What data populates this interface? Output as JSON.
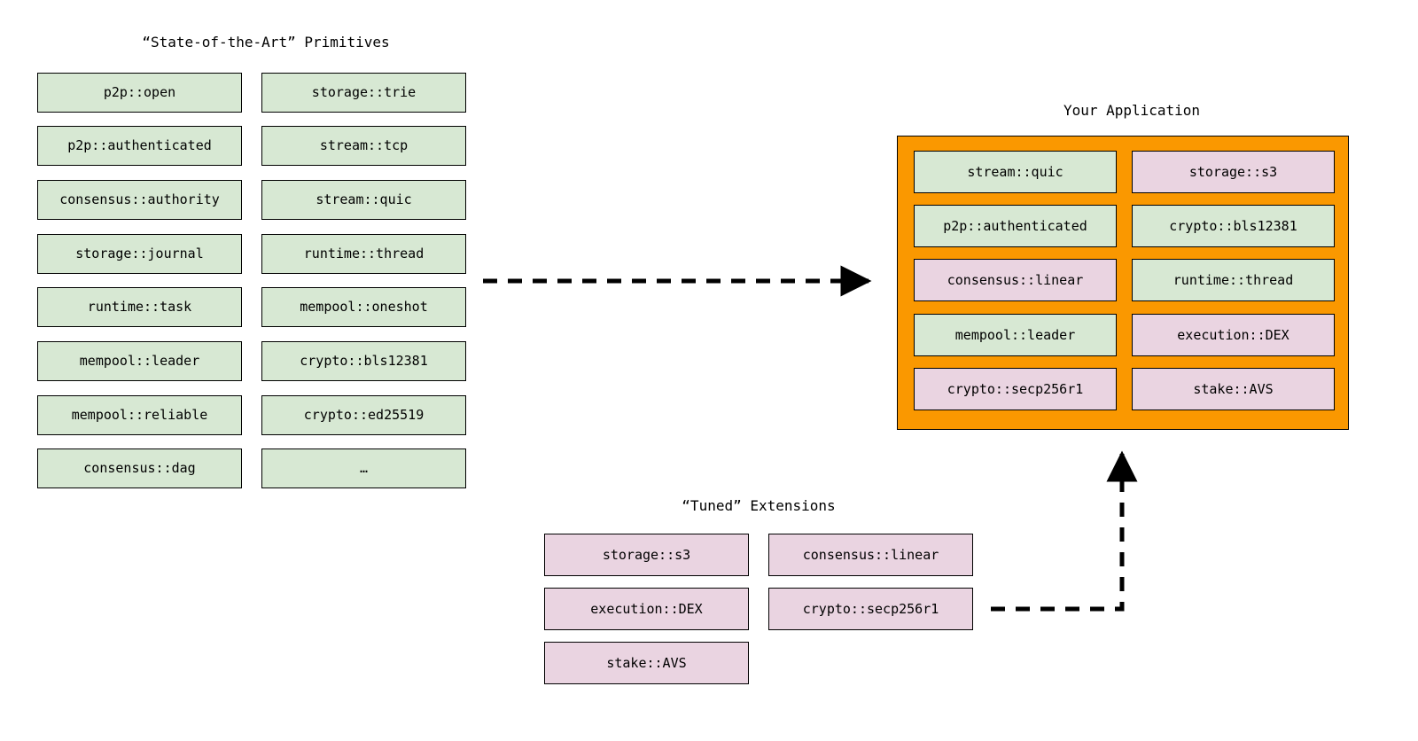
{
  "diagram": {
    "title_left": "“State-of-the-Art” Primitives",
    "title_app": "Your Application",
    "title_tuned": "“Tuned” Extensions",
    "colors": {
      "primitive_green": "#d7e8d3",
      "extension_pink": "#ead4e1",
      "application_orange": "#fa9800",
      "outline": "#000000",
      "background": "#ffffff"
    }
  },
  "primitives": {
    "heading": "“State-of-the-Art” Primitives",
    "column_left": [
      {
        "label": "p2p::open"
      },
      {
        "label": "p2p::authenticated"
      },
      {
        "label": "consensus::authority"
      },
      {
        "label": "storage::journal"
      },
      {
        "label": "runtime::task"
      },
      {
        "label": "mempool::leader"
      },
      {
        "label": "mempool::reliable"
      },
      {
        "label": "consensus::dag"
      }
    ],
    "column_right": [
      {
        "label": "storage::trie"
      },
      {
        "label": "stream::tcp"
      },
      {
        "label": "stream::quic"
      },
      {
        "label": "runtime::thread"
      },
      {
        "label": "mempool::oneshot"
      },
      {
        "label": "crypto::bls12381"
      },
      {
        "label": "crypto::ed25519"
      },
      {
        "label": "…"
      }
    ]
  },
  "application": {
    "heading": "Your Application",
    "column_left": [
      {
        "label": "stream::quic",
        "kind": "green"
      },
      {
        "label": "p2p::authenticated",
        "kind": "green"
      },
      {
        "label": "consensus::linear",
        "kind": "pink"
      },
      {
        "label": "mempool::leader",
        "kind": "green"
      },
      {
        "label": "crypto::secp256r1",
        "kind": "pink"
      }
    ],
    "column_right": [
      {
        "label": "storage::s3",
        "kind": "pink"
      },
      {
        "label": "crypto::bls12381",
        "kind": "green"
      },
      {
        "label": "runtime::thread",
        "kind": "green"
      },
      {
        "label": "execution::DEX",
        "kind": "pink"
      },
      {
        "label": "stake::AVS",
        "kind": "pink"
      }
    ]
  },
  "extensions": {
    "heading": "“Tuned” Extensions",
    "column_left": [
      {
        "label": "storage::s3"
      },
      {
        "label": "execution::DEX"
      },
      {
        "label": "stake::AVS"
      }
    ],
    "column_right": [
      {
        "label": "consensus::linear"
      },
      {
        "label": "crypto::secp256r1"
      }
    ]
  },
  "connectors": [
    {
      "name": "primitives-to-application",
      "style": "dashed-arrow",
      "direction": "right"
    },
    {
      "name": "extensions-to-application",
      "style": "dashed-elbow-arrow",
      "direction": "up"
    }
  ]
}
